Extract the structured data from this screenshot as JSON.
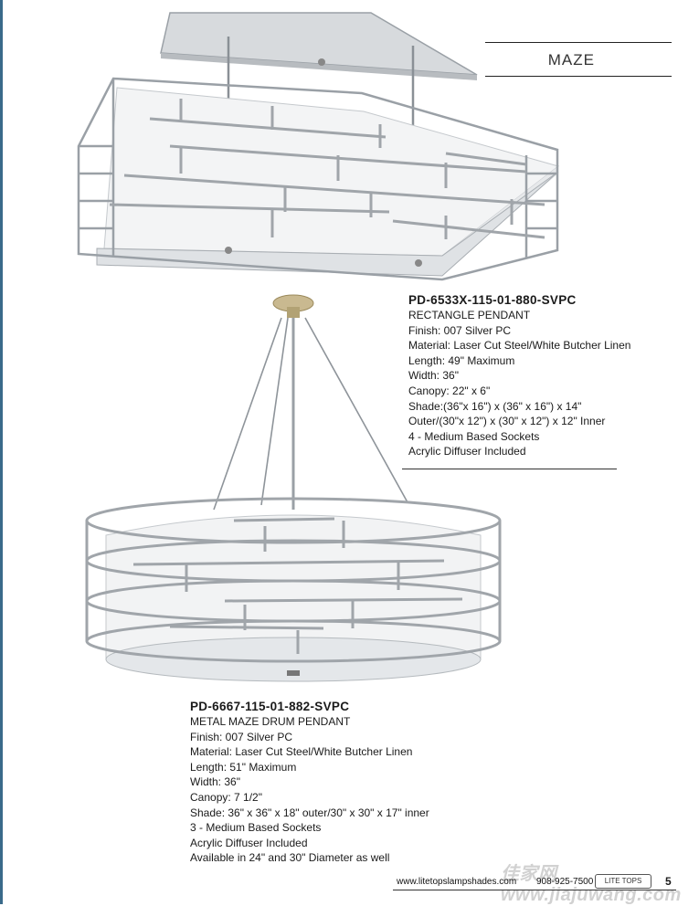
{
  "section": {
    "title": "MAZE"
  },
  "product1": {
    "code": "PD-6533X-115-01-880-SVPC",
    "name": "RECTANGLE PENDANT",
    "specs": [
      "Finish: 007 Silver PC",
      "Material: Laser Cut Steel/White Butcher Linen",
      "Length: 49\" Maximum",
      "Width: 36\"",
      "Canopy:  22\" x 6\"",
      "Shade:(36\"x 16\") x (36\" x 16\") x 14\"",
      "Outer/(30\"x 12\") x (30\" x 12\") x 12\" Inner",
      "4 - Medium Based Sockets",
      "Acrylic Diffuser Included"
    ]
  },
  "product2": {
    "code": "PD-6667-115-01-882-SVPC",
    "name": "METAL MAZE DRUM PENDANT",
    "specs": [
      "Finish: 007 Silver PC",
      "Material: Laser Cut Steel/White Butcher Linen",
      "Length: 51\" Maximum",
      "Width: 36\"",
      "Canopy: 7 1/2\"",
      "Shade: 36\" x 36\" x 18\" outer/30\" x 30\" x 17\" inner",
      "3 - Medium Based Sockets",
      "Acrylic Diffuser Included",
      "Available in 24\" and 30\" Diameter as well"
    ]
  },
  "footer": {
    "url": "www.litetopslampshades.com",
    "phone": "908-925-7500",
    "logo": "LITE TOPS",
    "page": "5",
    "watermark": "佳家网 www.jiajuwang.com"
  },
  "colors": {
    "metal": "#9aa0a6",
    "shade": "#f4f5f6",
    "text": "#1a1a1a",
    "brass": "#b9a77c"
  }
}
